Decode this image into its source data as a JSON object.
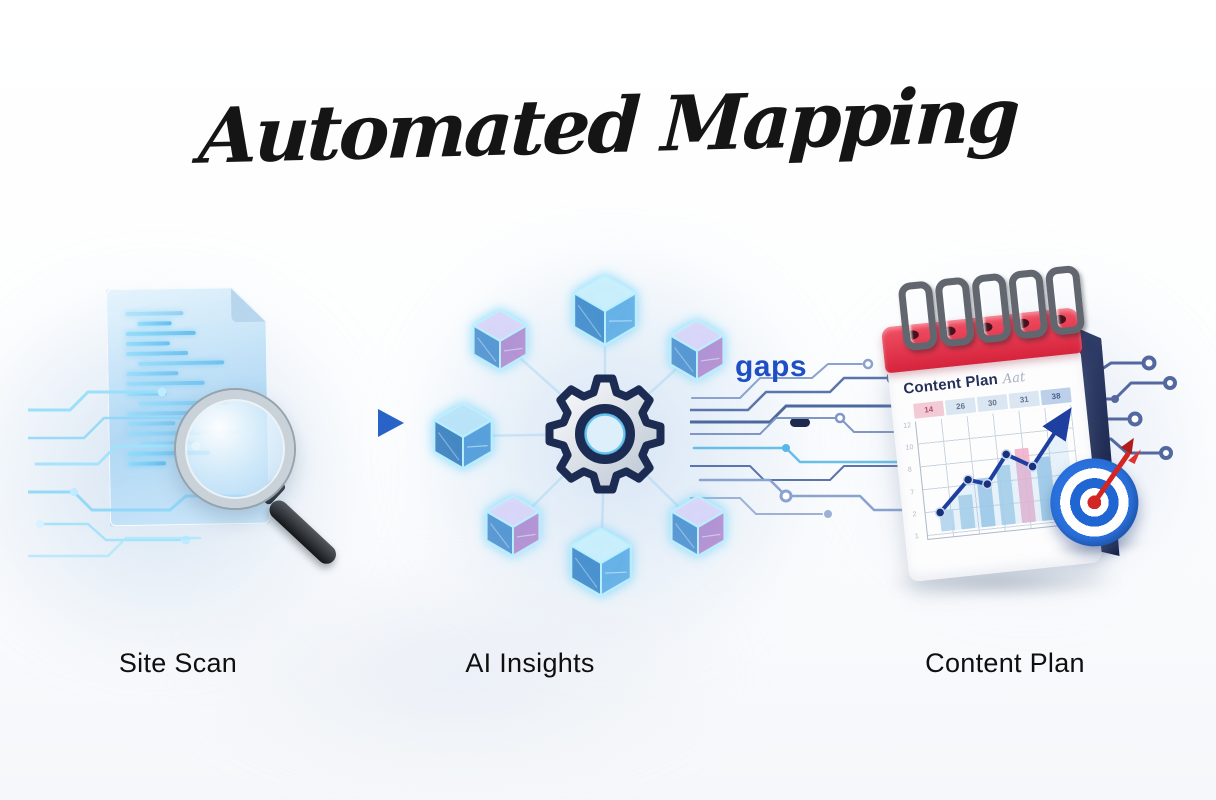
{
  "title": "Automated Mapping",
  "stages": [
    {
      "label": "Site Scan"
    },
    {
      "label": "AI Insights"
    },
    {
      "label": "Content Plan"
    }
  ],
  "flow": {
    "gaps_label": "gaps"
  },
  "calendar": {
    "title": "Content Plan",
    "subtitle_script": "Aat",
    "header_cells": [
      "14",
      "26",
      "30",
      "31",
      "38"
    ],
    "row_labels": [
      "12",
      "10",
      "8",
      "7",
      "2",
      "1"
    ]
  },
  "chart_data": {
    "type": "line",
    "title": "Content Plan mini growth chart (decorative, on calendar)",
    "xlabel": "",
    "ylabel": "",
    "line_points_pct": [
      [
        10,
        18
      ],
      [
        30,
        46
      ],
      [
        42,
        40
      ],
      [
        56,
        66
      ],
      [
        72,
        52
      ],
      [
        96,
        95
      ]
    ],
    "line_color": "#1e3f9f",
    "bars": [
      {
        "x": 14,
        "height": 20,
        "color": "#bcd9ee"
      },
      {
        "x": 27,
        "height": 32,
        "color": "#a9cfe9"
      },
      {
        "x": 40,
        "height": 46,
        "color": "#9cc8e6"
      },
      {
        "x": 53,
        "height": 56,
        "color": "#a9cfe9"
      },
      {
        "x": 66,
        "height": 70,
        "color": "#f2b0cb"
      },
      {
        "x": 79,
        "height": 60,
        "color": "#9cc8e6"
      }
    ]
  },
  "colors": {
    "title_text": "#151515",
    "label_text": "#0f0f0f",
    "gaps_text": "#1e4fc5",
    "arrow_blue": "#2a63c8",
    "calendar_red": "#d6233c",
    "calendar_navy": "#1e2b5c",
    "target_blue": "#1f66d2",
    "target_red": "#d42525",
    "glow_cyan": "#7fd4f7"
  }
}
